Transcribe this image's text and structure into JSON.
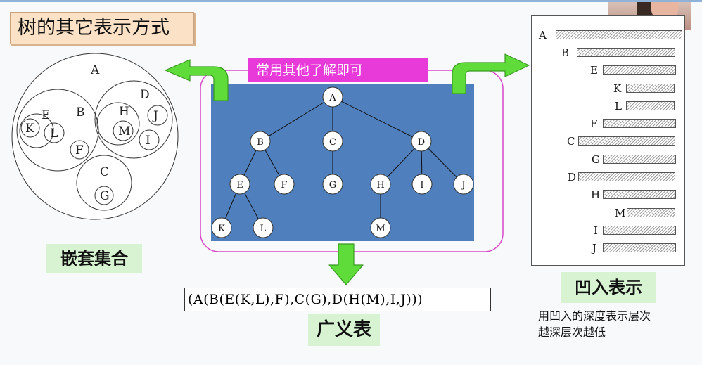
{
  "title": "树的其它表示方式",
  "callout": "常用其他了解即可",
  "nested": {
    "label": "嵌套集合",
    "letters": {
      "A": "A",
      "B": "B",
      "C": "C",
      "D": "D",
      "E": "E",
      "F": "F",
      "G": "G",
      "H": "H",
      "I": "I",
      "J": "J",
      "K": "K",
      "L": "L",
      "M": "M"
    }
  },
  "tree": {
    "nodes": {
      "A": "A",
      "B": "B",
      "C": "C",
      "D": "D",
      "E": "E",
      "F": "F",
      "G": "G",
      "H": "H",
      "I": "I",
      "J": "J",
      "K": "K",
      "L": "L",
      "M": "M"
    }
  },
  "generalized_list": {
    "label": "广义表",
    "expression": "(A(B(E(K,L),F),C(G),D(H(M),I,J)))"
  },
  "indentation": {
    "label": "凹入表示",
    "rows": [
      "A",
      "B",
      "E",
      "K",
      "L",
      "F",
      "C",
      "G",
      "D",
      "H",
      "M",
      "I",
      "J"
    ],
    "description": [
      "用凹入的深度表示层次",
      "越深层次越低"
    ]
  },
  "colors": {
    "tree_bg": "#4f7fbd",
    "arrow_green": "#5fdc3a",
    "callout": "#e83ad9",
    "highlight_border": "#d948c8"
  }
}
